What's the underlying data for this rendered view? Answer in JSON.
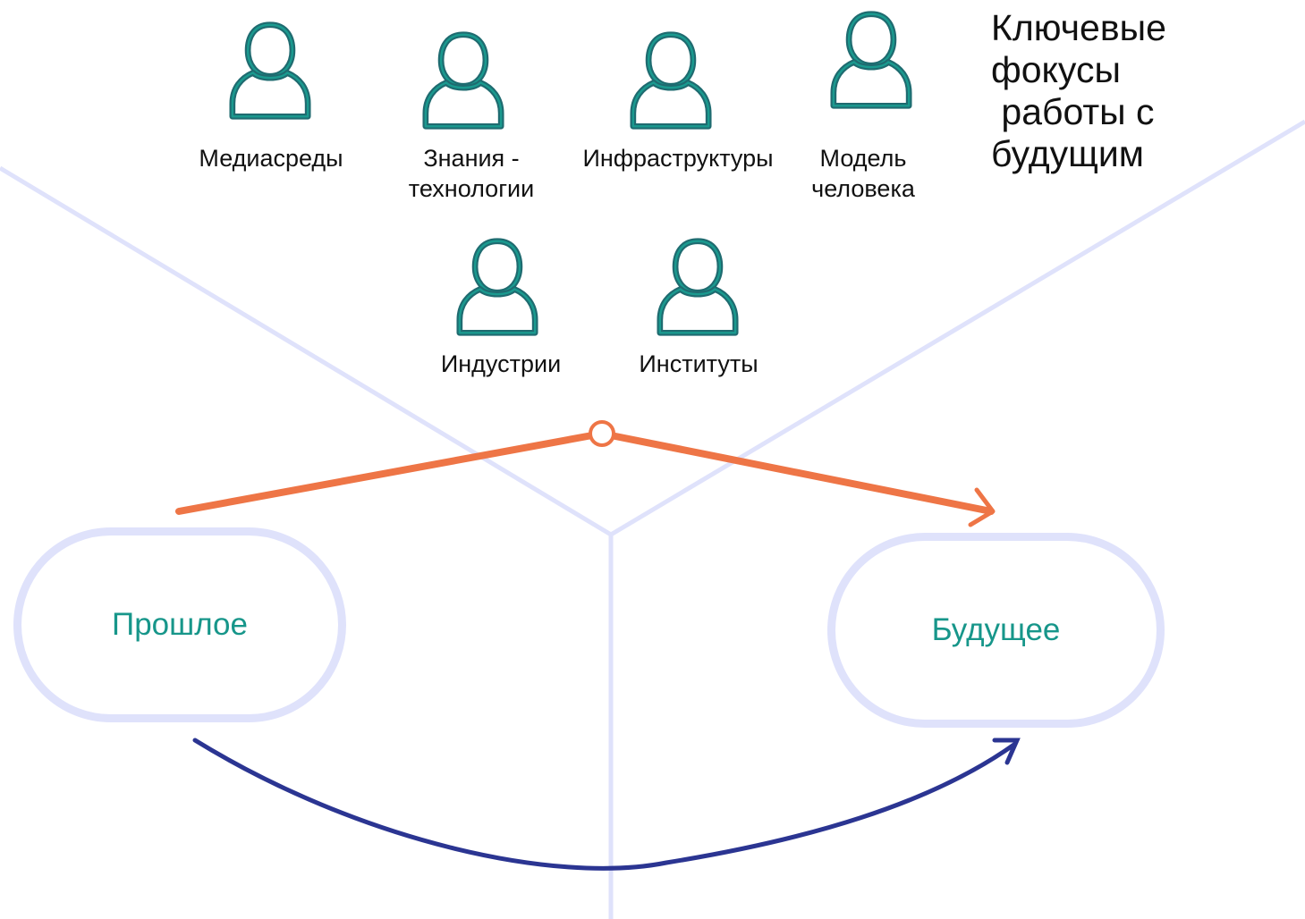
{
  "heading": "Ключевые\nфокусы\n работы с\nбудущим",
  "persons": [
    {
      "id": "mediasredy",
      "label": "Медиасреды",
      "icon": "person-icon"
    },
    {
      "id": "znaniya",
      "label": "Знания -\nтехнологии",
      "icon": "person-icon"
    },
    {
      "id": "infrastruktury",
      "label": "Инфраструктуры",
      "icon": "person-icon"
    },
    {
      "id": "model",
      "label": "Модель\nчеловека",
      "icon": "person-icon"
    },
    {
      "id": "industrii",
      "label": "Индустрии",
      "icon": "person-icon"
    },
    {
      "id": "instituty",
      "label": "Институты",
      "icon": "person-icon"
    }
  ],
  "past": {
    "label": "Прошлое"
  },
  "future": {
    "label": "Будущее"
  },
  "colors": {
    "icon_stroke": "#1f6b70",
    "orange_arrow": "#ee7546",
    "navy_arc": "#2b3592",
    "guide_lines": "#dfe2fb",
    "pill_text": "#17968a",
    "text": "#111111"
  }
}
